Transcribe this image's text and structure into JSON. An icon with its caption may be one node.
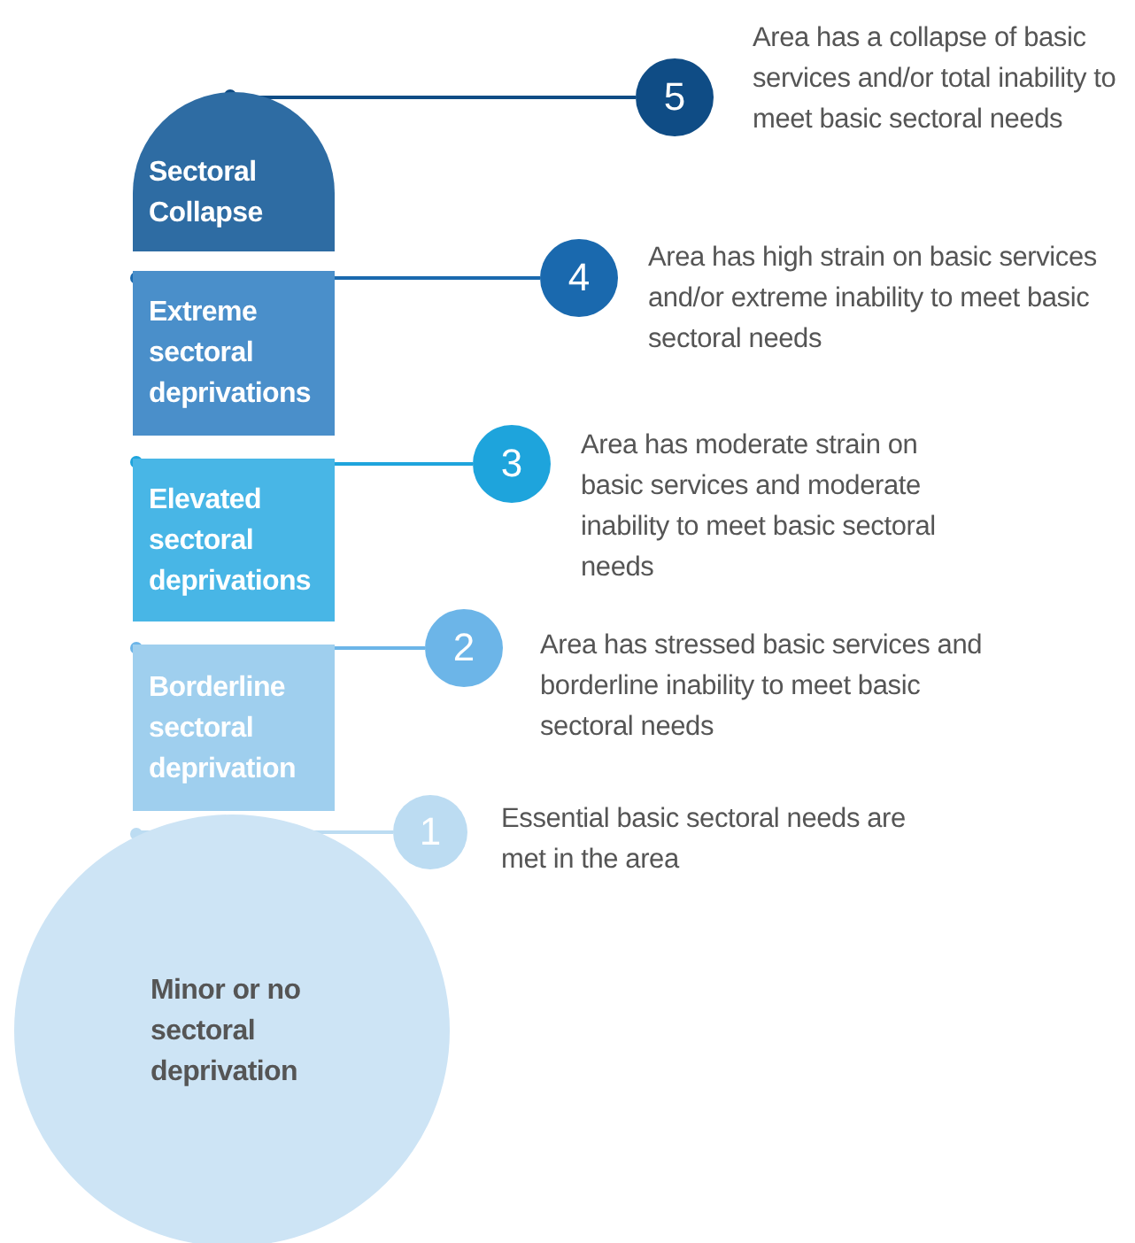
{
  "diagram": {
    "nodes": [
      {
        "text": [
          "Sectoral Collapse"
        ]
      },
      {
        "text": [
          "Extreme sectoral deprivations"
        ]
      },
      {
        "text": [
          "Elevated sectoral deprivations"
        ]
      },
      {
        "text": [
          "Borderline sectoral deprivation"
        ]
      },
      {
        "text": [
          "Minor or no sectoral deprivation"
        ]
      },
      {
        "text": [
          "5"
        ],
        "beside": [
          "Area has a collapse of basic services and/or total inability to meet basic sectoral needs"
        ]
      },
      {
        "text": [
          "4"
        ],
        "beside": [
          "Area has high strain on basic services and/or extreme inability to meet basic sectoral needs"
        ]
      },
      {
        "text": [
          "3"
        ],
        "beside": [
          "Area has moderate strain on basic services and moderate inability to meet basic sectoral needs"
        ]
      },
      {
        "text": [
          "2"
        ],
        "beside": [
          "Area has stressed basic services and borderline inability to meet basic sectoral needs"
        ]
      },
      {
        "text": [
          "1"
        ],
        "beside": [
          "Essential basic sectoral needs are met in the area"
        ]
      }
    ],
    "edges": [
      {
        "from": 0,
        "to": 5,
        "arrow": "other",
        "color": "#0f4c85"
      },
      {
        "from": 1,
        "to": 6,
        "arrow": "other",
        "color": "#1a69ae"
      },
      {
        "from": 2,
        "to": 7,
        "arrow": "other",
        "color": "#1ea4dc"
      },
      {
        "from": 3,
        "to": 8,
        "arrow": "other",
        "color": "#6cb5e8"
      },
      {
        "from": 4,
        "to": 9,
        "arrow": "other",
        "color": "#bcdcf2"
      }
    ]
  }
}
